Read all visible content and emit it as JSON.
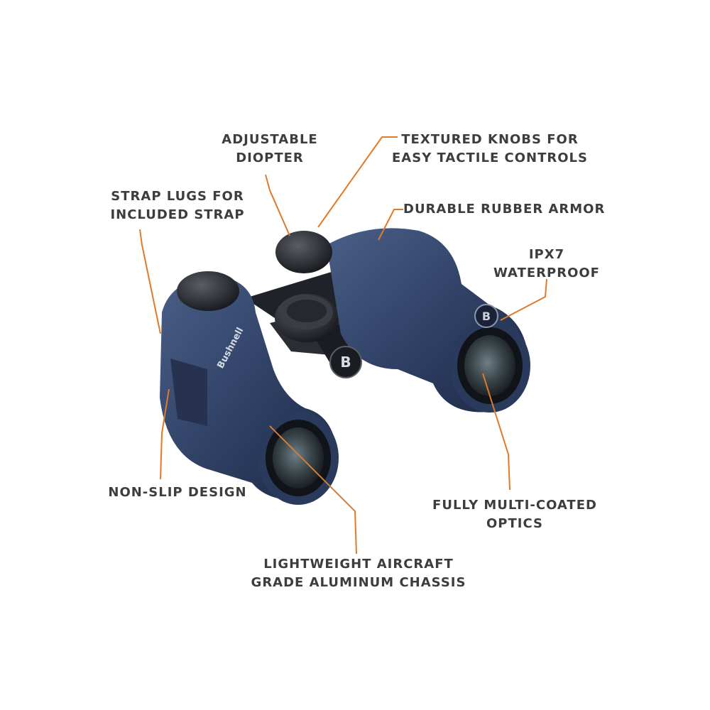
{
  "colors": {
    "leader": "#e07a2a",
    "text": "#3d3d3d",
    "body": "#2e3f63",
    "body_light": "#4a5f88",
    "body_dark": "#1e2a45",
    "rubber": "#23262d"
  },
  "brand": {
    "side_logo": "Bushnell",
    "hinge_logo": "B"
  },
  "callouts": [
    {
      "id": "diopter",
      "lines": [
        "ADJUSTABLE",
        "DIOPTER"
      ]
    },
    {
      "id": "knobs",
      "lines": [
        "TEXTURED KNOBS FOR",
        "EASY TACTILE CONTROLS"
      ]
    },
    {
      "id": "lugs",
      "lines": [
        "STRAP LUGS FOR",
        "INCLUDED STRAP"
      ]
    },
    {
      "id": "armor",
      "lines": [
        "DURABLE RUBBER ARMOR"
      ]
    },
    {
      "id": "ipx",
      "lines": [
        "IPX7",
        "WATERPROOF"
      ]
    },
    {
      "id": "nonslip",
      "lines": [
        "NON-SLIP DESIGN"
      ]
    },
    {
      "id": "optics",
      "lines": [
        "FULLY MULTI-COATED",
        "OPTICS"
      ]
    },
    {
      "id": "chassis",
      "lines": [
        "LIGHTWEIGHT AIRCRAFT",
        "GRADE ALUMINUM CHASSIS"
      ]
    }
  ]
}
